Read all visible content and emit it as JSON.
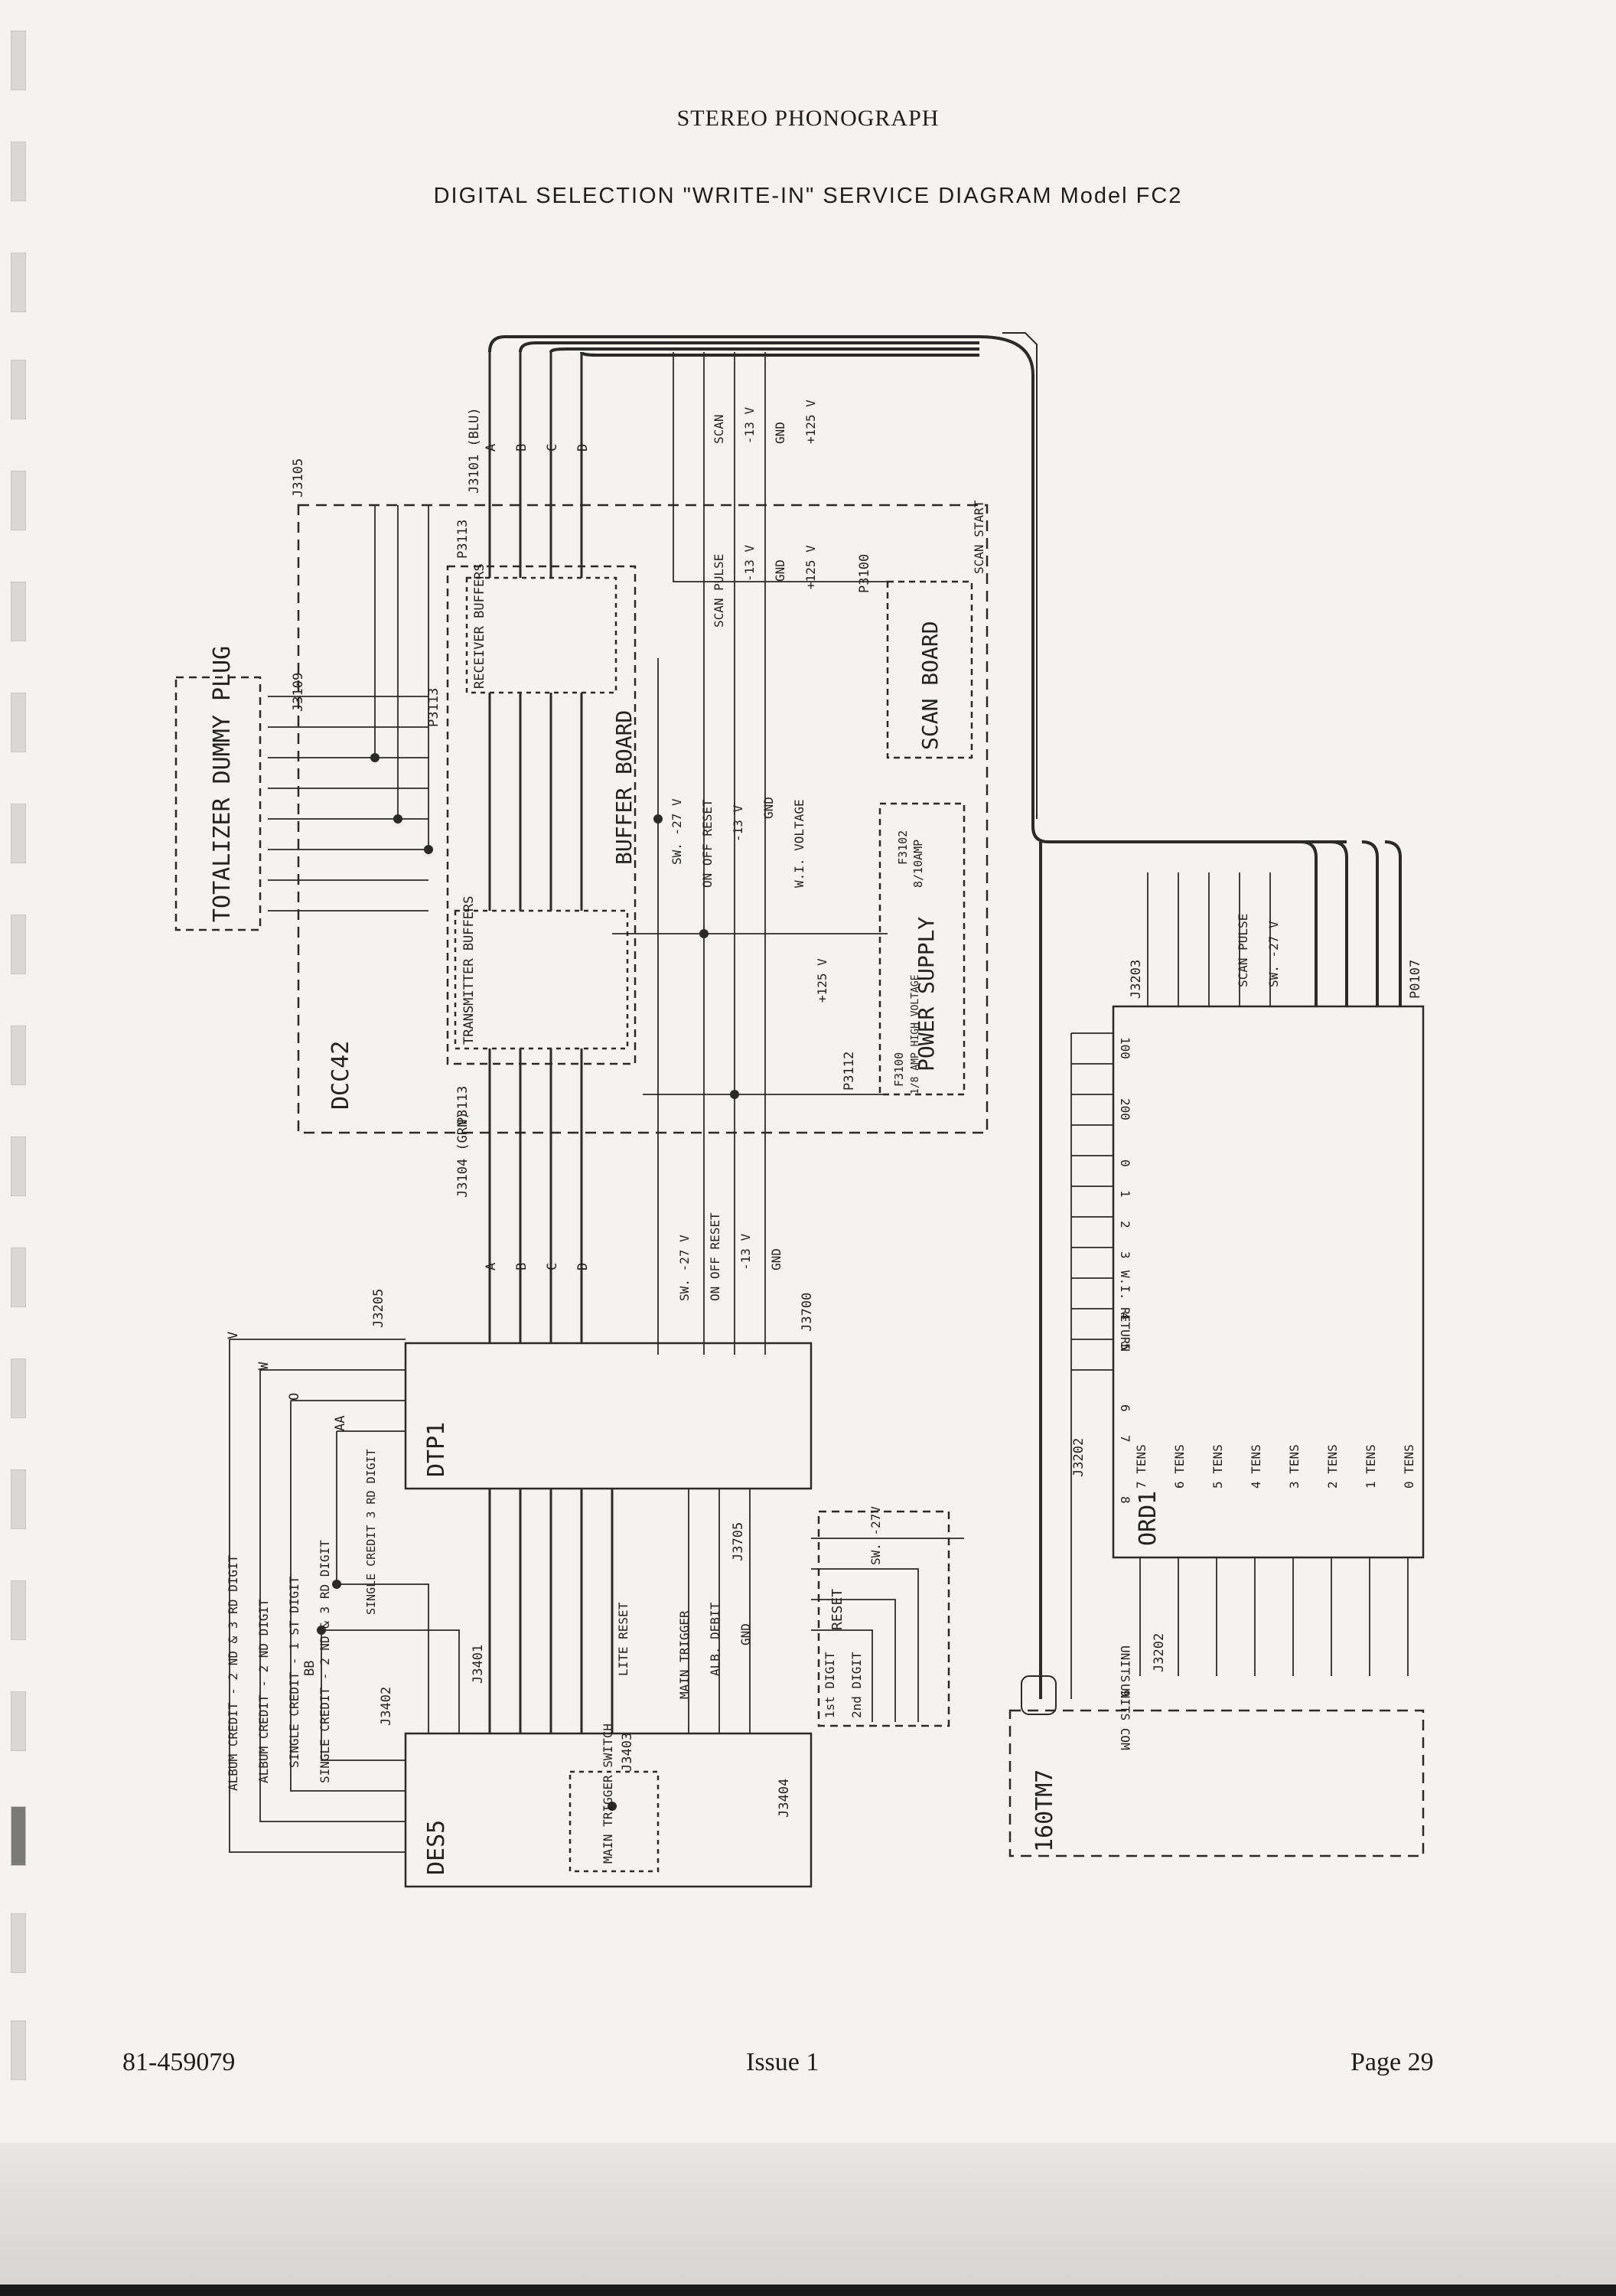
{
  "header": {
    "top_title": "STEREO PHONOGRAPH",
    "main_title": "DIGITAL SELECTION \"WRITE-IN\" SERVICE DIAGRAM Model FC2"
  },
  "footer": {
    "doc_number": "81-459079",
    "issue": "Issue 1",
    "page": "Page 29"
  },
  "diagram": {
    "blocks": {
      "dcc42": "DCC42",
      "buffer_board": "BUFFER BOARD",
      "receiver_buffers": "RECEIVER BUFFERS",
      "transmitter_buffers": "TRANSMITTER BUFFERS",
      "scan_board": "SCAN BOARD",
      "power_supply": "POWER SUPPLY",
      "totalizer_dummy_plug": "TOTALIZER DUMMY PLUG",
      "dtp1": "DTP1",
      "des5": "DES5",
      "ord1": "ORD1",
      "tm7": "160TM7",
      "main_trigger_switch": "MAIN TRIGGER SWITCH",
      "reset": "RESET",
      "first_digit": "1st DIGIT",
      "second_digit": "2nd DIGIT",
      "sw_27v": "SW. -27V"
    },
    "connectors": {
      "j3105": "J3105",
      "j3101": "J3101 (BLU)",
      "p3113_top": "P3113",
      "p3113_left": "P3113",
      "p3113_bottom": "P3113",
      "j3109": "J3109",
      "p3100": "P3100",
      "p3112": "P3112",
      "j3104": "J3104 (GRN)",
      "j3205": "J3205",
      "j3700": "J3700",
      "j3705": "J3705",
      "j3401": "J3401",
      "j3402": "J3402",
      "j3403": "J3403",
      "j3404": "J3404",
      "j3203": "J3203",
      "j3202_lower": "J3202",
      "j3202_upper": "J3202",
      "p0107": "P0107",
      "f3102": "F3102",
      "f3102_rating": "8/10AMP",
      "f3100": "F3100",
      "f3100_rating": "1/8 AMP HIGH VOLTAGE"
    },
    "signals": {
      "scan": "SCAN",
      "minus13v": "-13 V",
      "gnd": "GND",
      "plus125v": "+125 V",
      "scan_pulse": "SCAN PULSE",
      "scan_start": "SCAN START",
      "sw_27v": "SW. -27 V",
      "on_off_reset": "ON OFF RESET",
      "wi_voltage": "W.I. VOLTAGE",
      "minus27v": "-27 V",
      "main_trigger": "MAIN TRIGGER",
      "alb_debit": "ALB. DEBIT",
      "lite_reset": "LITE RESET",
      "wi_return": "W.I. RETURN",
      "units_com": "UNITS COM",
      "units9": "UNITS 9",
      "single_credit_3rd": "SINGLE CREDIT 3 RD DIGIT",
      "album_credit_2nd3rd": "ALBUM CREDIT - 2 ND & 3 RD DIGIT",
      "album_credit_2nd": "ALBUM CREDIT - 2 ND DIGIT",
      "single_credit_1st": "SINGLE CREDIT - 1 ST DIGIT",
      "single_credit_2nd3rd": "SINGLE CREDIT - 2 ND & 3 RD DIGIT",
      "A": "A",
      "B": "B",
      "C": "C",
      "D": "D",
      "V": "V",
      "W": "W",
      "O": "O",
      "AA": "AA",
      "BB": "BB"
    },
    "tens": [
      "7 TENS",
      "6 TENS",
      "5 TENS",
      "4 TENS",
      "3 TENS",
      "2 TENS",
      "1 TENS",
      "0 TENS"
    ],
    "units": [
      "100",
      "200",
      "0",
      "1",
      "2",
      "3",
      "4",
      "5",
      "6",
      "7",
      "8"
    ]
  }
}
